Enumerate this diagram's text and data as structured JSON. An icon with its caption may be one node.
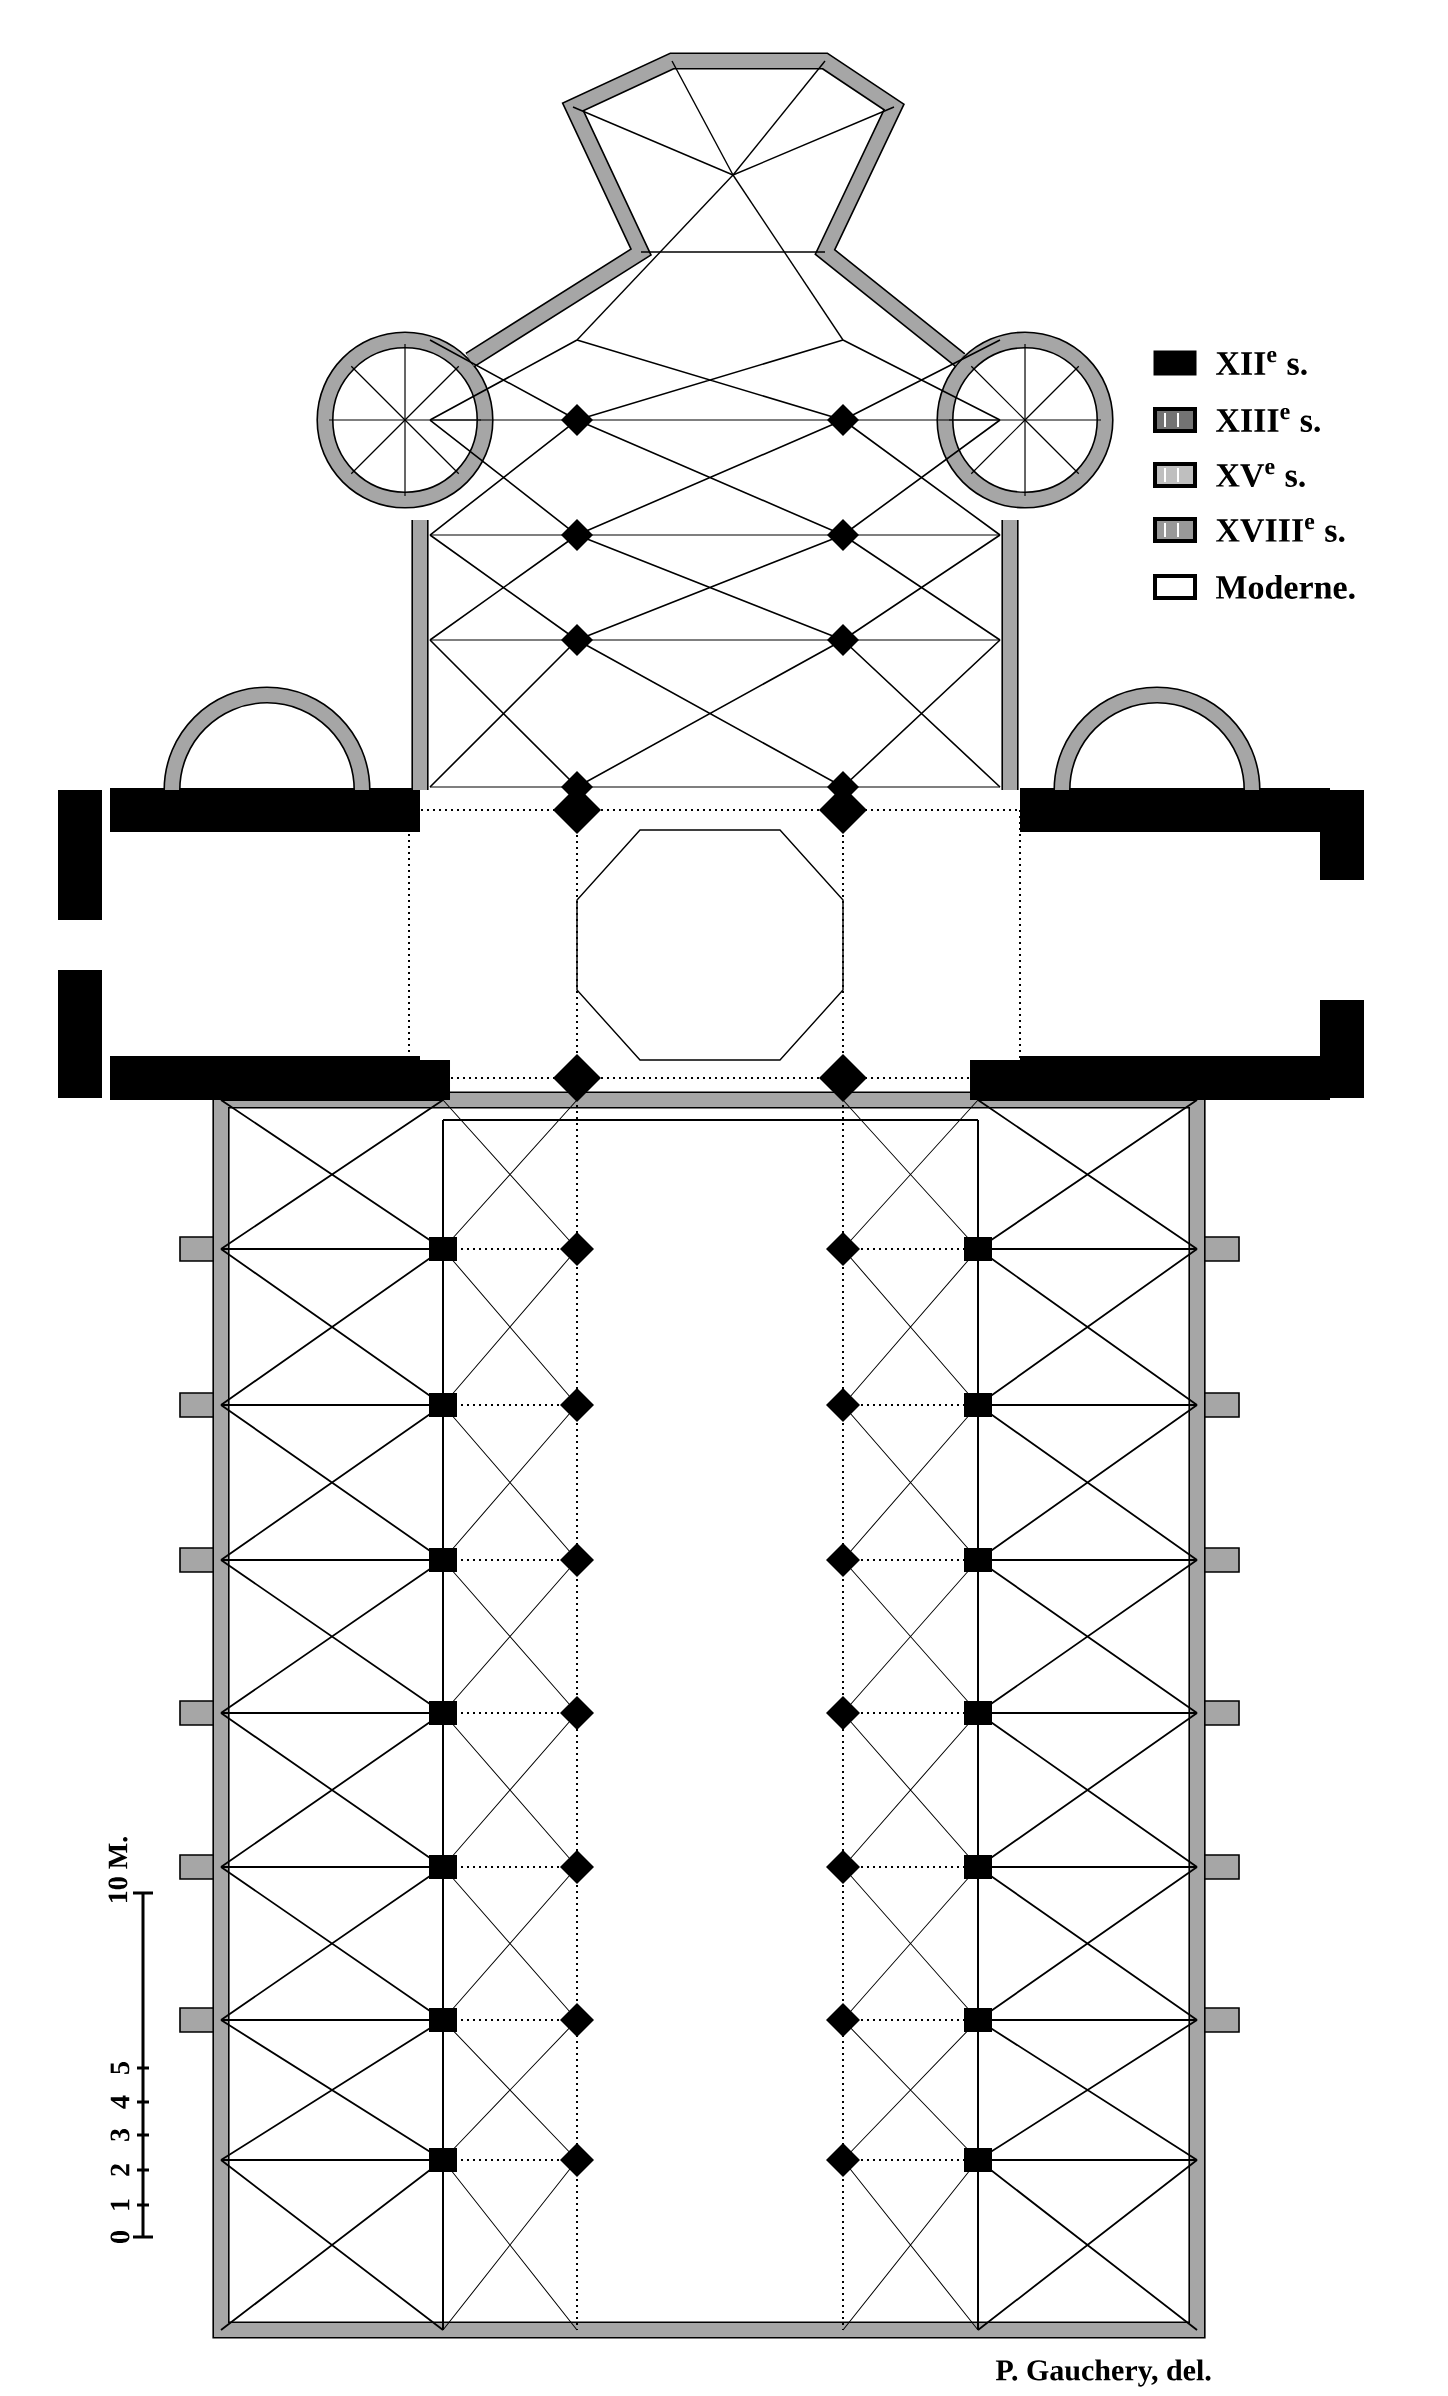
{
  "diagram": {
    "labels": [
      "0",
      "1",
      "2",
      "3",
      "4",
      "5",
      "10 M.",
      "P. Gauchery, del."
    ],
    "legend": [
      {
        "text": "XII$^{e}$ s.",
        "color": "#000000"
      },
      {
        "text": "XIII$^{e}$ s."
      },
      {
        "text": "XV$^{e}$ s."
      },
      {
        "text": "XVIII$^{e}$ s."
      },
      {
        "text": "Moderne."
      }
    ]
  }
}
